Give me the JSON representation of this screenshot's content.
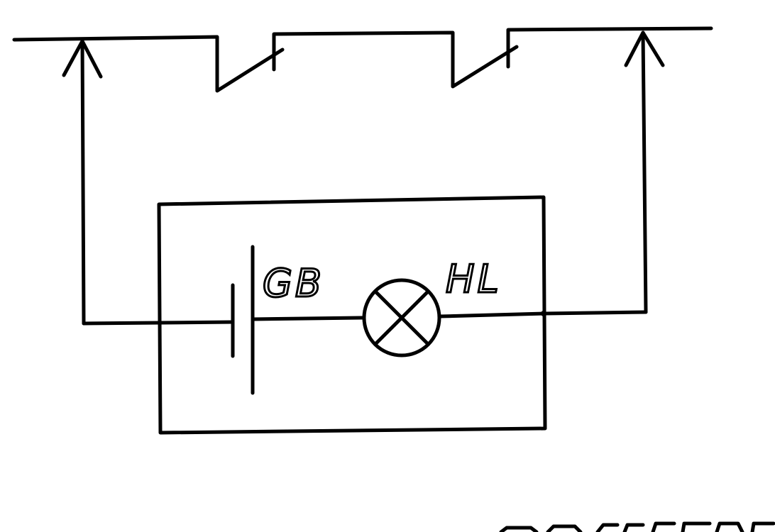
{
  "labels": {
    "battery": "GB",
    "lamp": "HL"
  },
  "colors": {
    "ink": "#000000",
    "paper": "#ffffff"
  },
  "symbols": {
    "battery": "battery-symbol",
    "lamp": "lamp-symbol",
    "switch": "switch-symbol",
    "contact": "contact-arrow-symbol"
  }
}
